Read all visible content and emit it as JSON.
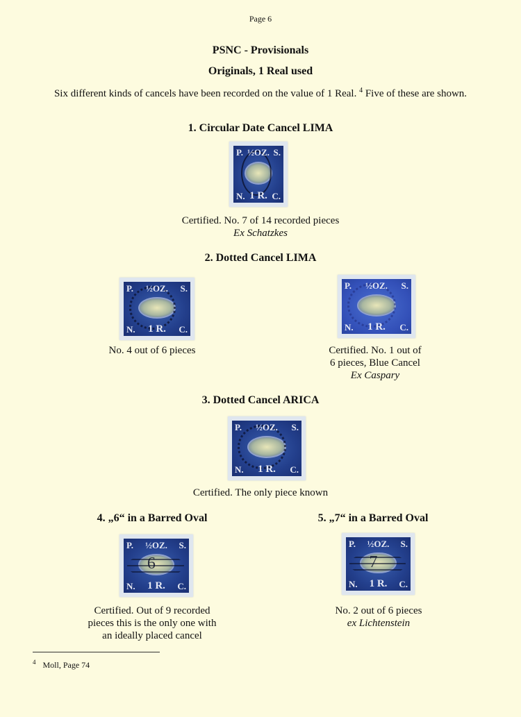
{
  "page_label": "Page 6",
  "title": "PSNC - Provisionals",
  "subtitle": "Originals, 1 Real used",
  "intro": {
    "text": "Six different kinds of cancels have been recorded on the value of 1 Real.",
    "footnote_ref": "4",
    "text_after": "Five of these are shown."
  },
  "stamp_text": {
    "tl": "P.",
    "tr": "S.",
    "bl": "N.",
    "br": "C.",
    "top": "½OZ.",
    "bottom": "1 R."
  },
  "sections": [
    {
      "heading": "1. Circular Date Cancel LIMA",
      "stamps": [
        {
          "cancel": "circular",
          "caption": [
            "Certified. No. 7 of 14 recorded pieces"
          ],
          "ex": "Ex Schatzkes"
        }
      ]
    },
    {
      "heading": "2. Dotted Cancel LIMA",
      "stamps": [
        {
          "cancel": "dotted",
          "caption": [
            "No. 4 out of 6 pieces"
          ],
          "ex": ""
        },
        {
          "cancel": "dotted-blue",
          "caption": [
            "Certified. No. 1 out of",
            "6 pieces, Blue Cancel"
          ],
          "ex": "Ex Caspary"
        }
      ]
    },
    {
      "heading": "3. Dotted Cancel ARICA",
      "stamps": [
        {
          "cancel": "dotted",
          "caption": [
            "Certified. The only piece known"
          ],
          "ex": ""
        }
      ]
    },
    {
      "heading": "4. „6“ in a Barred Oval",
      "stamps": [
        {
          "cancel": "barred",
          "numeral": "6",
          "caption": [
            "Certified. Out of 9 recorded",
            "pieces this is the only one with",
            "an ideally placed cancel"
          ],
          "ex": ""
        }
      ]
    },
    {
      "heading": "5. „7“ in a Barred Oval",
      "stamps": [
        {
          "cancel": "barred",
          "numeral": "7",
          "caption": [
            "No. 2 out of 6 pieces"
          ],
          "ex": "ex Lichtenstein"
        }
      ]
    }
  ],
  "footnote": {
    "number": "4",
    "text": "Moll, Page 74"
  }
}
